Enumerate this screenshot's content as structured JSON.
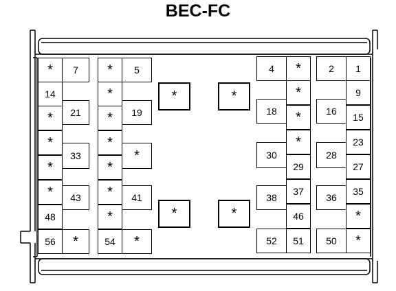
{
  "title": "BEC-FC",
  "cells": [
    {
      "l": "*"
    },
    {
      "l": "7"
    },
    {
      "l": "14"
    },
    {
      "l": "21"
    },
    {
      "l": "*"
    },
    {
      "l": "*"
    },
    {
      "l": "33"
    },
    {
      "l": "*"
    },
    {
      "l": "*"
    },
    {
      "l": "43"
    },
    {
      "l": "48"
    },
    {
      "l": "56"
    },
    {
      "l": "*"
    },
    {
      "l": "*"
    },
    {
      "l": "5"
    },
    {
      "l": "*"
    },
    {
      "l": "19"
    },
    {
      "l": "*"
    },
    {
      "l": "*"
    },
    {
      "l": "*"
    },
    {
      "l": "*"
    },
    {
      "l": "*"
    },
    {
      "l": "41"
    },
    {
      "l": "*"
    },
    {
      "l": "54"
    },
    {
      "l": "*"
    },
    {
      "l": "*"
    },
    {
      "l": "*"
    },
    {
      "l": "*"
    },
    {
      "l": "*"
    },
    {
      "l": "4"
    },
    {
      "l": "*"
    },
    {
      "l": "*"
    },
    {
      "l": "18"
    },
    {
      "l": "*"
    },
    {
      "l": "*"
    },
    {
      "l": "30"
    },
    {
      "l": "29"
    },
    {
      "l": "38"
    },
    {
      "l": "37"
    },
    {
      "l": "46"
    },
    {
      "l": "52"
    },
    {
      "l": "51"
    },
    {
      "l": "2"
    },
    {
      "l": "1"
    },
    {
      "l": "9"
    },
    {
      "l": "16"
    },
    {
      "l": "15"
    },
    {
      "l": "23"
    },
    {
      "l": "28"
    },
    {
      "l": "27"
    },
    {
      "l": "35"
    },
    {
      "l": "36"
    },
    {
      "l": "*"
    },
    {
      "l": "50"
    },
    {
      "l": "*"
    }
  ]
}
